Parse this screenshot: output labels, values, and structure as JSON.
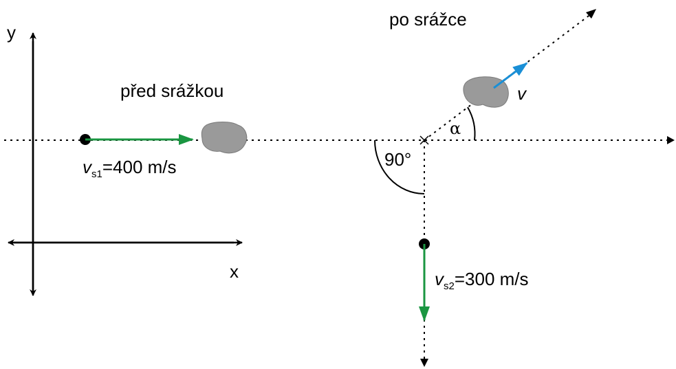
{
  "labels": {
    "y_axis": "y",
    "x_axis": "x",
    "before": "před srážkou",
    "after": "po srážce",
    "angle_alpha": "α",
    "angle_right": "90°",
    "velocity_after": "v"
  },
  "vs1": {
    "v": "v",
    "sub": "s1",
    "rest": "=400 m/s"
  },
  "vs2": {
    "v": "v",
    "sub": "s2",
    "rest": "=300 m/s"
  },
  "colors": {
    "axis": "#000000",
    "velocity_green": "#1a9641",
    "velocity_blue": "#1a8fd6",
    "fragment": "#9a9a9a"
  }
}
